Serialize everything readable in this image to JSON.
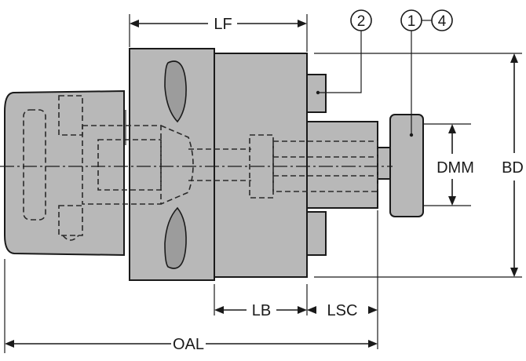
{
  "labels": {
    "lf": "LF",
    "lb": "LB",
    "lsc": "LSC",
    "oal": "OAL",
    "dmm": "DMM",
    "bd": "BD"
  },
  "callouts": {
    "c1": "1",
    "c2": "2",
    "c4": "4"
  },
  "colors": {
    "body_fill": "#b8b8b8",
    "line": "#1a1a1a"
  }
}
